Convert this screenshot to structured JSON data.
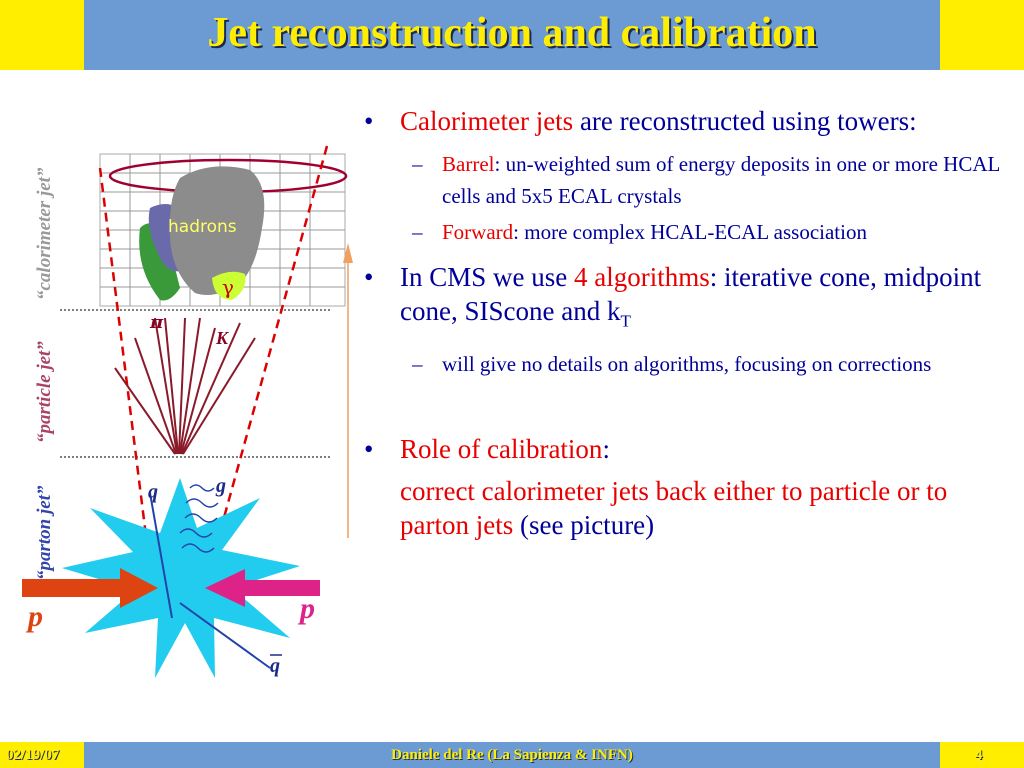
{
  "title": "Jet reconstruction and calibration",
  "bullets": {
    "b1_hl": "Calorimeter jets",
    "b1_rest": " are reconstructed using towers",
    "b1_end": ":",
    "b1_sub1_hl": "Barrel",
    "b1_sub1_rest": ": un-weighted sum of energy deposits in one or more HCAL cells and 5x5 ECAL crystals",
    "b1_sub2_hl": "Forward",
    "b1_sub2_rest": ": more complex HCAL-ECAL association",
    "b2_pre": "In CMS we use ",
    "b2_hl": "4 algorithms",
    "b2_rest": ": iterative cone, midpoint cone, SIScone and k",
    "b2_sub": "T",
    "b2_sub1": "will give no details on algorithms, focusing on corrections",
    "b3_hl": "Role of calibration",
    "b3_end": ":",
    "b3_para_hl": "correct calorimeter jets back either to particle or to parton jets",
    "b3_para_rest": " (see picture)"
  },
  "diagram": {
    "label_calorimeter": "“calorimeter jet”",
    "label_particle": "“particle jet”",
    "label_parton": "“parton jet”",
    "hadrons": "hadrons",
    "gamma": "γ",
    "pi": "π",
    "K": "K",
    "q": "q",
    "g": "g",
    "qbar": "q",
    "p_left": "p",
    "p_right": "p"
  },
  "footer": {
    "date": "02/19/07",
    "author": "Daniele del Re (La Sapienza & INFN)",
    "page": "4"
  },
  "colors": {
    "title_bg": "#6b9bd2",
    "band": "#ffee00",
    "accent_red": "#e60000",
    "text_blue": "#000099"
  }
}
